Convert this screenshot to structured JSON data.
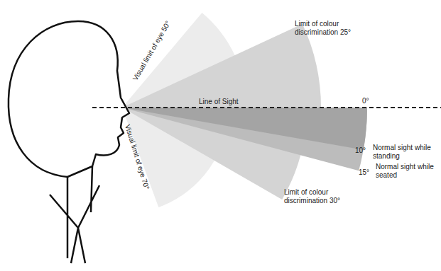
{
  "diagram": {
    "labels": [
      "Visual limit of eye 50°",
      "Limit of colour discrimination 25°",
      "Line of Sight",
      "0°",
      "10°",
      "Normal sight while standing",
      "15°",
      "Normal sight while seated",
      "Limit of colour discrimination 30°",
      "Visual limit of eye 70°"
    ]
  }
}
